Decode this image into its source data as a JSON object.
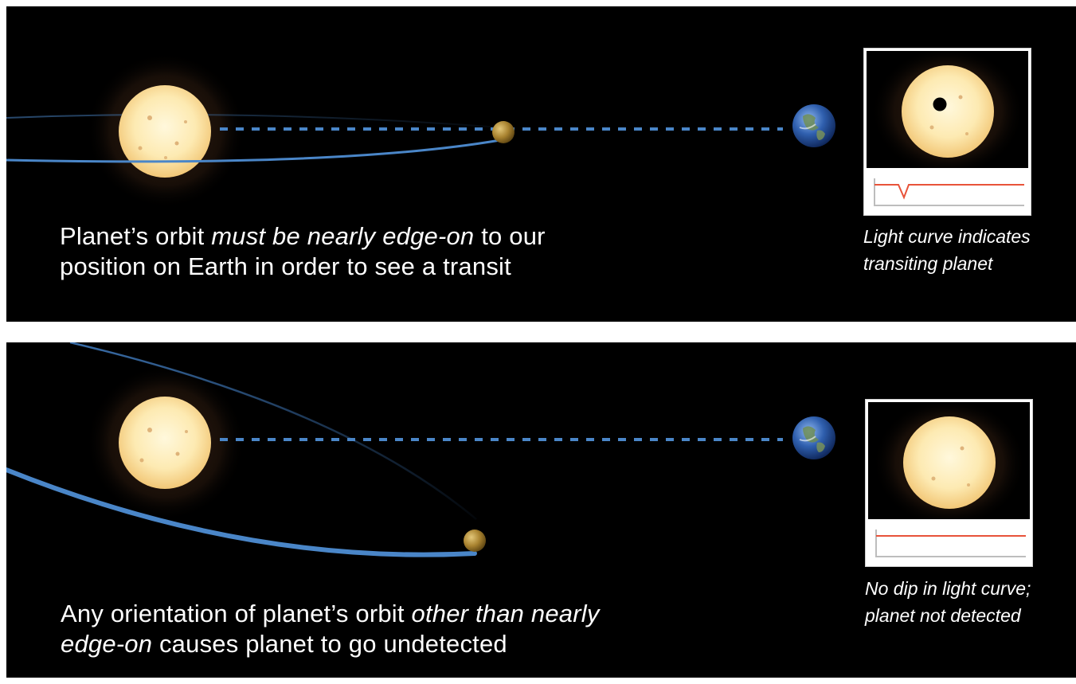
{
  "top_panel": {
    "caption_part1": "Planet’s orbit ",
    "caption_em": "must be nearly edge-on",
    "caption_part2": " to our position on Earth in order to see a transit",
    "inset_note": "Light curve indicates transiting planet"
  },
  "bottom_panel": {
    "caption_part1": "Any orientation of planet’s orbit ",
    "caption_em": "other than nearly edge-on",
    "caption_part2": " causes planet to go undetected",
    "inset_note": "No dip in light curve; planet not detected"
  },
  "colors": {
    "background": "#000000",
    "divider": "#ffffff",
    "orbit": "#4a86c8",
    "sightline": "#4a86c8",
    "star": "#fde6a8",
    "planet": "#b08a3a",
    "light_curve": "#e8533a",
    "curve_axes": "#bdbdbd"
  },
  "light_curves": {
    "transit": {
      "has_dip": true
    },
    "no_transit": {
      "has_dip": false
    }
  },
  "icons": {
    "star": "star-icon",
    "planet": "planet-icon",
    "earth": "earth-icon"
  }
}
